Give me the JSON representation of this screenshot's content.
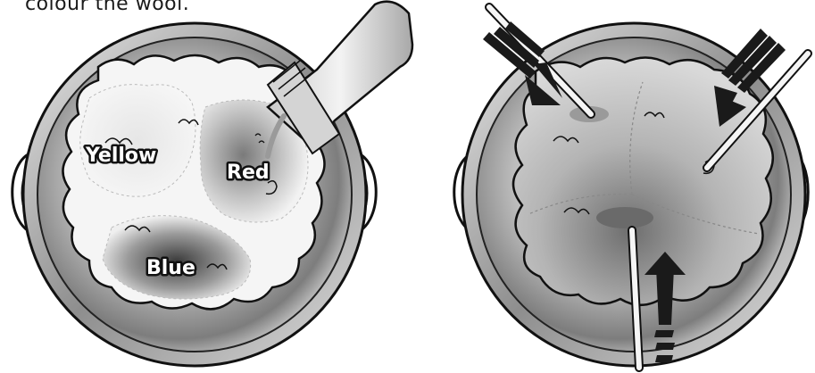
{
  "caption": "colour the wool.",
  "labels": {
    "yellow": "Yellow",
    "red": "Red",
    "blue": "Blue"
  },
  "colors": {
    "pot_rim": "#c8c8c8",
    "pot_inner": "#9a9a9a",
    "wool": "#f2f2f2",
    "outline": "#111111",
    "arrow": "#1a1a1a"
  }
}
